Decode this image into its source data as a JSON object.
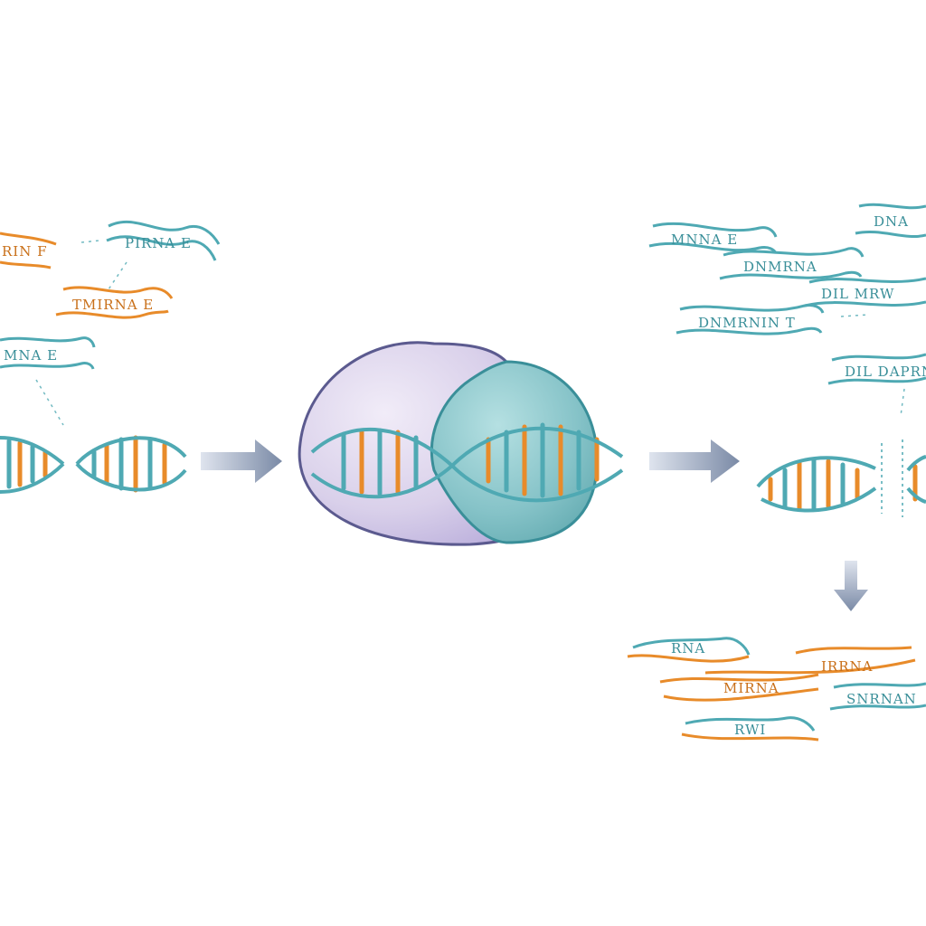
{
  "colors": {
    "teal": "#4fa9b3",
    "teal_dark": "#3a8f99",
    "orange": "#e88b2a",
    "orange_dark": "#c9701a",
    "lavender": "#d9d0ea",
    "lavender_edge": "#5b5a8f",
    "teal_lobe": "#8fc7cc",
    "arrow": "#7a8aa6"
  },
  "ribbons_left": [
    {
      "id": "left-ribbon-1",
      "label": "PIRNA E",
      "color": "teal"
    },
    {
      "id": "left-ribbon-2",
      "label": "RIN F",
      "color": "orange"
    },
    {
      "id": "left-ribbon-3",
      "label": "TMIRNA E",
      "color": "orange"
    },
    {
      "id": "left-ribbon-4",
      "label": "MNA E",
      "color": "teal"
    }
  ],
  "ribbons_right": [
    {
      "id": "right-ribbon-1",
      "label": "MNNA E",
      "color": "teal"
    },
    {
      "id": "right-ribbon-2",
      "label": "DNMRNA",
      "color": "teal"
    },
    {
      "id": "right-ribbon-3",
      "label": "DNA",
      "color": "teal"
    },
    {
      "id": "right-ribbon-4",
      "label": "DIL MRW",
      "color": "teal"
    },
    {
      "id": "right-ribbon-5",
      "label": "DNMRNIN T",
      "color": "teal"
    },
    {
      "id": "right-ribbon-6",
      "label": "DIL DAPRN",
      "color": "teal"
    }
  ],
  "ribbons_bottom": [
    {
      "id": "bottom-ribbon-1",
      "label": "RNA",
      "color": "teal"
    },
    {
      "id": "bottom-ribbon-2",
      "label": "IRRNA",
      "color": "orange"
    },
    {
      "id": "bottom-ribbon-3",
      "label": "MIRNA",
      "color": "orange"
    },
    {
      "id": "bottom-ribbon-4",
      "label": "SNRNAN",
      "color": "teal"
    },
    {
      "id": "bottom-ribbon-5",
      "label": "RWI",
      "color": "teal"
    }
  ]
}
